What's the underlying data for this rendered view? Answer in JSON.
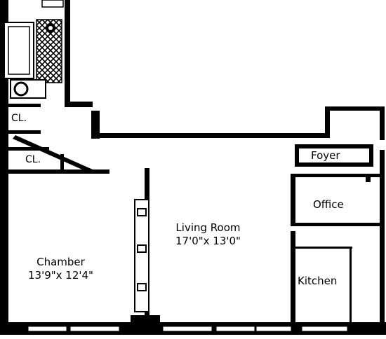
{
  "floorplan": {
    "rooms": {
      "closet_upper": {
        "label": "CL."
      },
      "closet_lower": {
        "label": "CL."
      },
      "foyer": {
        "label": "Foyer"
      },
      "office": {
        "label": "Office"
      },
      "living_room": {
        "name": "Living Room",
        "dimensions": "17'0\"x 13'0\""
      },
      "chamber": {
        "name": "Chamber",
        "dimensions": "13'9\"x 12'4\""
      },
      "kitchen": {
        "label": "Kitchen"
      }
    },
    "colors": {
      "wall": "#000000",
      "floor": "#ffffff"
    }
  }
}
